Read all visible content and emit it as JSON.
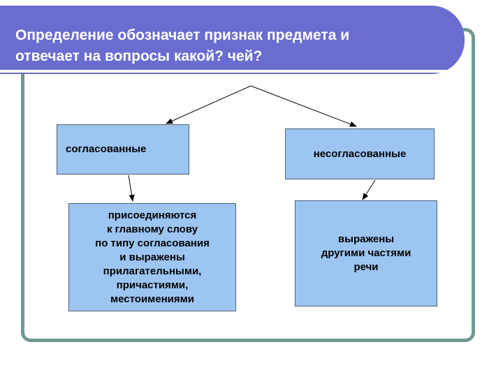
{
  "title": {
    "line1": "Определение обозначает признак предмета и",
    "line2": "отвечает на вопросы какой? чей?"
  },
  "diagram": {
    "agreed": {
      "label": "согласованные",
      "description": [
        "присоединяются",
        "к главному слову",
        "по типу согласования",
        "и выражены",
        "прилагательными,",
        "причастиями,",
        "местоимениями"
      ]
    },
    "unagreed": {
      "label": "несогласованные",
      "description": [
        "выражены",
        "другими частями",
        "речи"
      ]
    }
  },
  "colors": {
    "header": "#6b6ccf",
    "frame": "#6f9a91",
    "box_fill": "#9cc5f1"
  }
}
